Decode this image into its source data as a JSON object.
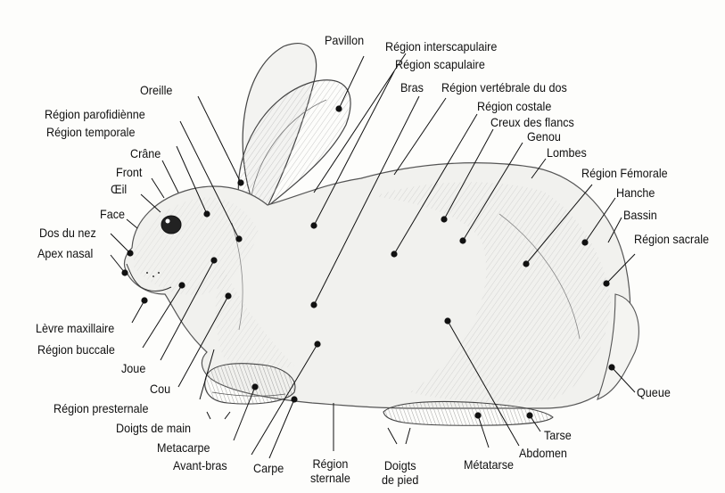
{
  "figure": {
    "subject": "rabbit",
    "colors": {
      "ink": "#111111",
      "shade": "#9a9a9a",
      "paper": "#fdfdfb"
    }
  },
  "labels": {
    "pavillon": "Pavillon",
    "region_interscapulaire": "Région interscapulaire",
    "region_scapulaire": "Région scapulaire",
    "bras": "Bras",
    "region_vertebrale_dos": "Région vertébrale du dos",
    "region_costale": "Région costale",
    "creux_des_flancs": "Creux des flancs",
    "genou": "Genou",
    "lombes": "Lombes",
    "region_femorale": "Région Fémorale",
    "hanche": "Hanche",
    "bassin": "Bassin",
    "region_sacrale": "Région sacrale",
    "oreille": "Oreille",
    "region_parofidienne": "Région parofidiènne",
    "region_temporale": "Région temporale",
    "crane": "Crâne",
    "front": "Front",
    "oeil": "Œil",
    "face": "Face",
    "dos_du_nez": "Dos du nez",
    "apex_nasal": "Apex nasal",
    "levre_maxillaire": "Lèvre maxillaire",
    "region_buccale": "Région buccale",
    "joue": "Joue",
    "cou": "Cou",
    "region_presternale": "Région presternale",
    "doigts_de_main": "Doigts de main",
    "metacarpe": "Metacarpe",
    "avant_bras": "Avant-bras",
    "carpe": "Carpe",
    "region_sternale_1": "Région",
    "region_sternale_2": "sternale",
    "doigts_de_pied_1": "Doigts",
    "doigts_de_pied_2": "de pied",
    "metatarse": "Métatarse",
    "abdomen": "Abdomen",
    "tarse": "Tarse",
    "queue": "Queue"
  }
}
